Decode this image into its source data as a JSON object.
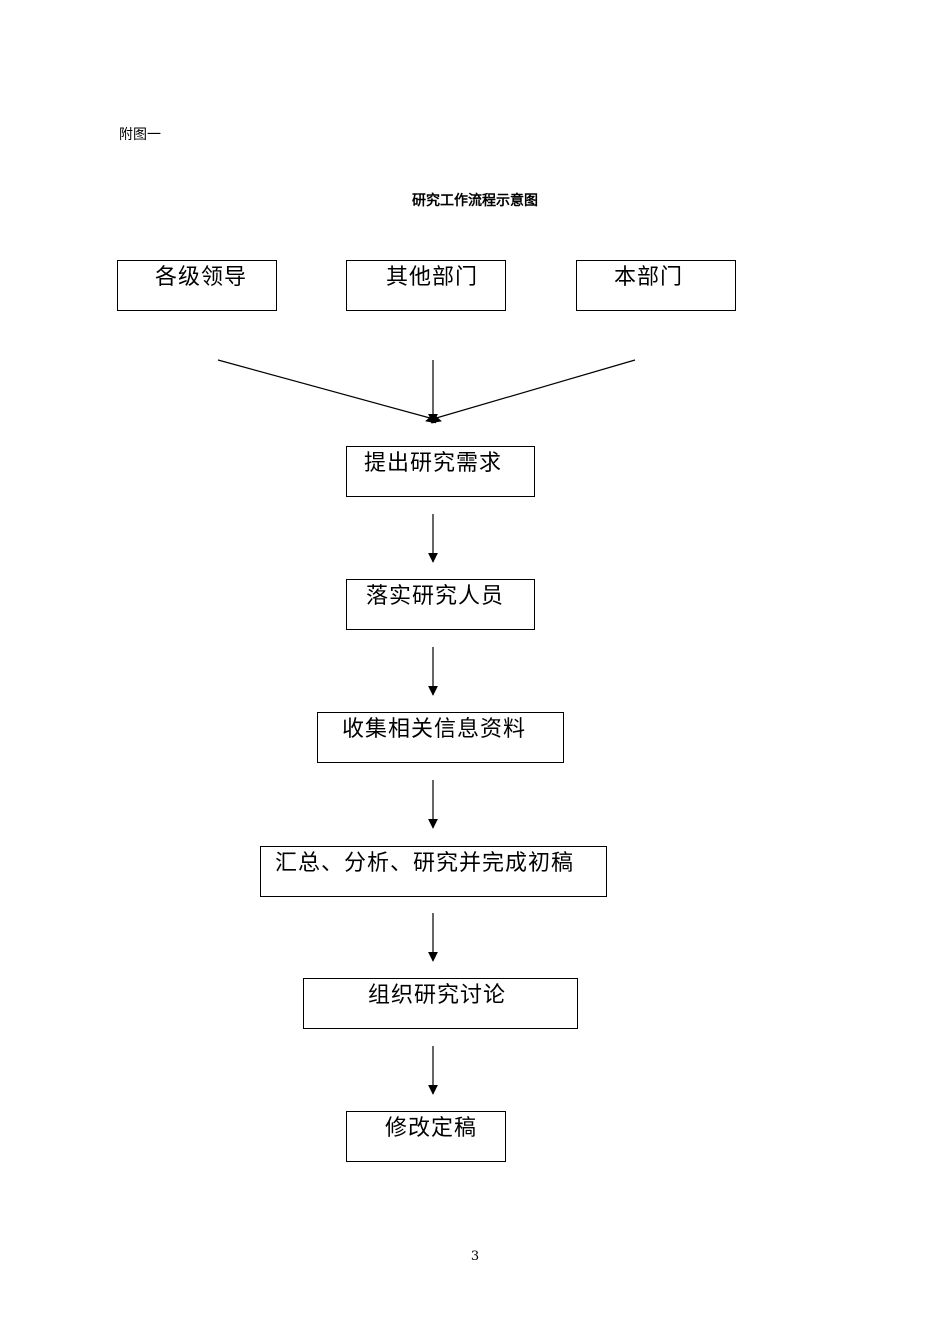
{
  "appendix_label": "附图一",
  "title": "研究工作流程示意图",
  "sources": [
    {
      "id": "leaders",
      "label": "各级领导"
    },
    {
      "id": "other-depts",
      "label": "其他部门"
    },
    {
      "id": "this-dept",
      "label": "本部门"
    }
  ],
  "steps": [
    {
      "id": "propose-needs",
      "label": "提出研究需求"
    },
    {
      "id": "assign-staff",
      "label": "落实研究人员"
    },
    {
      "id": "collect-info",
      "label": "收集相关信息资料"
    },
    {
      "id": "summarize-draft",
      "label": "汇总、分析、研究并完成初稿"
    },
    {
      "id": "organize-discussion",
      "label": "组织研究讨论"
    },
    {
      "id": "revise-finalize",
      "label": "修改定稿"
    }
  ],
  "page_number": "3"
}
